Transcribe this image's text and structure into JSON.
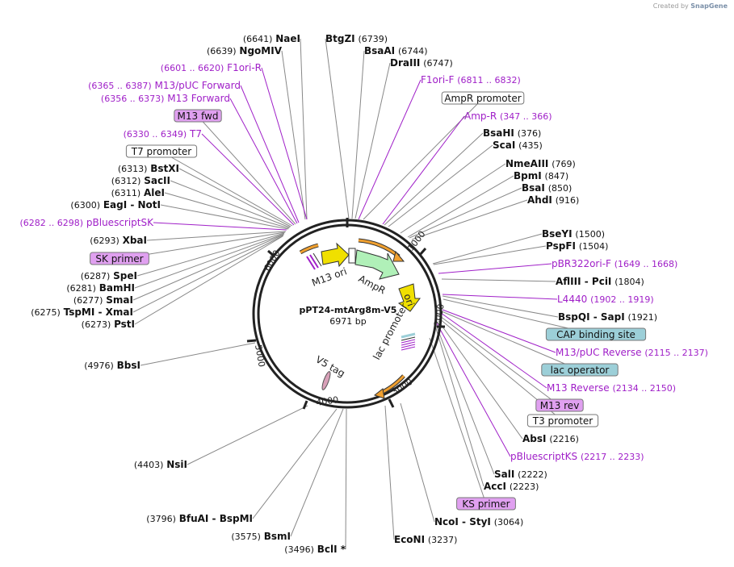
{
  "credit": {
    "prefix": "Created by",
    "brand": "SnapGene"
  },
  "plasmid": {
    "name": "pPT24-mtArg8m-V5",
    "size_label": "6971 bp"
  },
  "scale_ticks": [
    "1000",
    "2000",
    "3000",
    "4000",
    "5000",
    "6000"
  ],
  "colors": {
    "enzyme": "#111111",
    "primer": "#a020c8",
    "line": "#555555",
    "primer_line": "#a020c8",
    "arrow": "#f0a030",
    "ampr": "#b0f0b8",
    "ori": "#f0e000",
    "m13ori": "#f0e000",
    "capsite": "#9ccfd8",
    "primer_box": "#e0a0f0"
  },
  "features": [
    {
      "name": "AmpR",
      "kind": "cds"
    },
    {
      "name": "ori",
      "kind": "rep_origin"
    },
    {
      "name": "M13 ori",
      "kind": "rep_origin"
    },
    {
      "name": "lac promoter",
      "kind": "promoter"
    },
    {
      "name": "V5 tag",
      "kind": "tag"
    }
  ],
  "labels": [
    {
      "type": "enzyme",
      "num": "(6641)",
      "name": "NaeI",
      "side": "L"
    },
    {
      "type": "enzyme",
      "num": "(6639)",
      "name": "NgoMIV",
      "side": "L"
    },
    {
      "type": "primer",
      "num": "(6601 .. 6620)",
      "name": "F1ori-R",
      "side": "L"
    },
    {
      "type": "primer",
      "num": "(6365 .. 6387)",
      "name": "M13/pUC Forward",
      "side": "L"
    },
    {
      "type": "primer",
      "num": "(6356 .. 6373)",
      "name": "M13 Forward",
      "side": "L"
    },
    {
      "type": "boxed",
      "name": "M13 fwd",
      "fill": "#e0a0f0"
    },
    {
      "type": "primer",
      "num": "(6330 .. 6349)",
      "name": "T7",
      "side": "L"
    },
    {
      "type": "boxed",
      "name": "T7 promoter",
      "fill": "#ffffff"
    },
    {
      "type": "enzyme",
      "num": "(6313)",
      "name": "BstXI",
      "side": "L"
    },
    {
      "type": "enzyme",
      "num": "(6312)",
      "name": "SacII",
      "side": "L"
    },
    {
      "type": "enzyme",
      "num": "(6311)",
      "name": "AleI",
      "side": "L"
    },
    {
      "type": "enzyme",
      "num": "(6300)",
      "name": "EagI  -  NotI",
      "side": "L"
    },
    {
      "type": "primer",
      "num": "(6282 .. 6298)",
      "name": "pBluescriptSK",
      "side": "L"
    },
    {
      "type": "enzyme",
      "num": "(6293)",
      "name": "XbaI",
      "side": "L"
    },
    {
      "type": "boxed",
      "name": "SK primer",
      "fill": "#e0a0f0"
    },
    {
      "type": "enzyme",
      "num": "(6287)",
      "name": "SpeI",
      "side": "L"
    },
    {
      "type": "enzyme",
      "num": "(6281)",
      "name": "BamHI",
      "side": "L"
    },
    {
      "type": "enzyme",
      "num": "(6277)",
      "name": "SmaI",
      "side": "L"
    },
    {
      "type": "enzyme",
      "num": "(6275)",
      "name": "TspMI  -  XmaI",
      "side": "L"
    },
    {
      "type": "enzyme",
      "num": "(6273)",
      "name": "PstI",
      "side": "L"
    },
    {
      "type": "enzyme",
      "num": "(4976)",
      "name": "BbsI",
      "side": "L"
    },
    {
      "type": "enzyme",
      "num": "(4403)",
      "name": "NsiI",
      "side": "L"
    },
    {
      "type": "enzyme",
      "num": "(3796)",
      "name": "BfuAI  -  BspMI",
      "side": "L"
    },
    {
      "type": "enzyme",
      "num": "(3575)",
      "name": "BsmI",
      "side": "L"
    },
    {
      "type": "enzyme",
      "num": "(3496)",
      "name": "BclI *",
      "side": "L"
    },
    {
      "type": "enzyme",
      "num": "(6739)",
      "name": "BtgZI",
      "side": "R"
    },
    {
      "type": "enzyme",
      "num": "(6744)",
      "name": "BsaAI",
      "side": "R"
    },
    {
      "type": "enzyme",
      "num": "(6747)",
      "name": "DraIII",
      "side": "R"
    },
    {
      "type": "primer",
      "num": "(6811 .. 6832)",
      "name": "F1ori-F",
      "side": "R"
    },
    {
      "type": "boxed",
      "name": "AmpR promoter",
      "fill": "#ffffff"
    },
    {
      "type": "primer",
      "num": "(347 .. 366)",
      "name": "Amp-R",
      "side": "R"
    },
    {
      "type": "enzyme",
      "num": "(376)",
      "name": "BsaHI",
      "side": "R"
    },
    {
      "type": "enzyme",
      "num": "(435)",
      "name": "ScaI",
      "side": "R"
    },
    {
      "type": "enzyme",
      "num": "(769)",
      "name": "NmeAIII",
      "side": "R"
    },
    {
      "type": "enzyme",
      "num": "(847)",
      "name": "BpmI",
      "side": "R"
    },
    {
      "type": "enzyme",
      "num": "(850)",
      "name": "BsaI",
      "side": "R"
    },
    {
      "type": "enzyme",
      "num": "(916)",
      "name": "AhdI",
      "side": "R"
    },
    {
      "type": "enzyme",
      "num": "(1500)",
      "name": "BseYI",
      "side": "R"
    },
    {
      "type": "enzyme",
      "num": "(1504)",
      "name": "PspFI",
      "side": "R"
    },
    {
      "type": "primer",
      "num": "(1649 .. 1668)",
      "name": "pBR322ori-F",
      "side": "R"
    },
    {
      "type": "enzyme",
      "num": "(1804)",
      "name": "AflIII  -  PciI",
      "side": "R"
    },
    {
      "type": "primer",
      "num": "(1902 .. 1919)",
      "name": "L4440",
      "side": "R"
    },
    {
      "type": "enzyme",
      "num": "(1921)",
      "name": "BspQI  -  SapI",
      "side": "R"
    },
    {
      "type": "boxed",
      "name": "CAP binding site",
      "fill": "#9ccfd8"
    },
    {
      "type": "primer",
      "num": "(2115 .. 2137)",
      "name": "M13/pUC Reverse",
      "side": "R"
    },
    {
      "type": "boxed",
      "name": "lac operator",
      "fill": "#9ccfd8"
    },
    {
      "type": "primer",
      "num": "(2134 .. 2150)",
      "name": "M13 Reverse",
      "side": "R"
    },
    {
      "type": "boxed",
      "name": "M13 rev",
      "fill": "#e0a0f0"
    },
    {
      "type": "boxed",
      "name": "T3 promoter",
      "fill": "#ffffff"
    },
    {
      "type": "enzyme",
      "num": "(2216)",
      "name": "AbsI",
      "side": "R"
    },
    {
      "type": "primer",
      "num": "(2217 .. 2233)",
      "name": "pBluescriptKS",
      "side": "R"
    },
    {
      "type": "enzyme",
      "num": "(2222)",
      "name": "SalI",
      "side": "R"
    },
    {
      "type": "enzyme",
      "num": "(2223)",
      "name": "AccI",
      "side": "R"
    },
    {
      "type": "boxed",
      "name": "KS primer",
      "fill": "#e0a0f0"
    },
    {
      "type": "enzyme",
      "num": "(3064)",
      "name": "NcoI  -  StyI",
      "side": "R"
    },
    {
      "type": "enzyme",
      "num": "(3237)",
      "name": "EcoNI",
      "side": "R"
    }
  ]
}
